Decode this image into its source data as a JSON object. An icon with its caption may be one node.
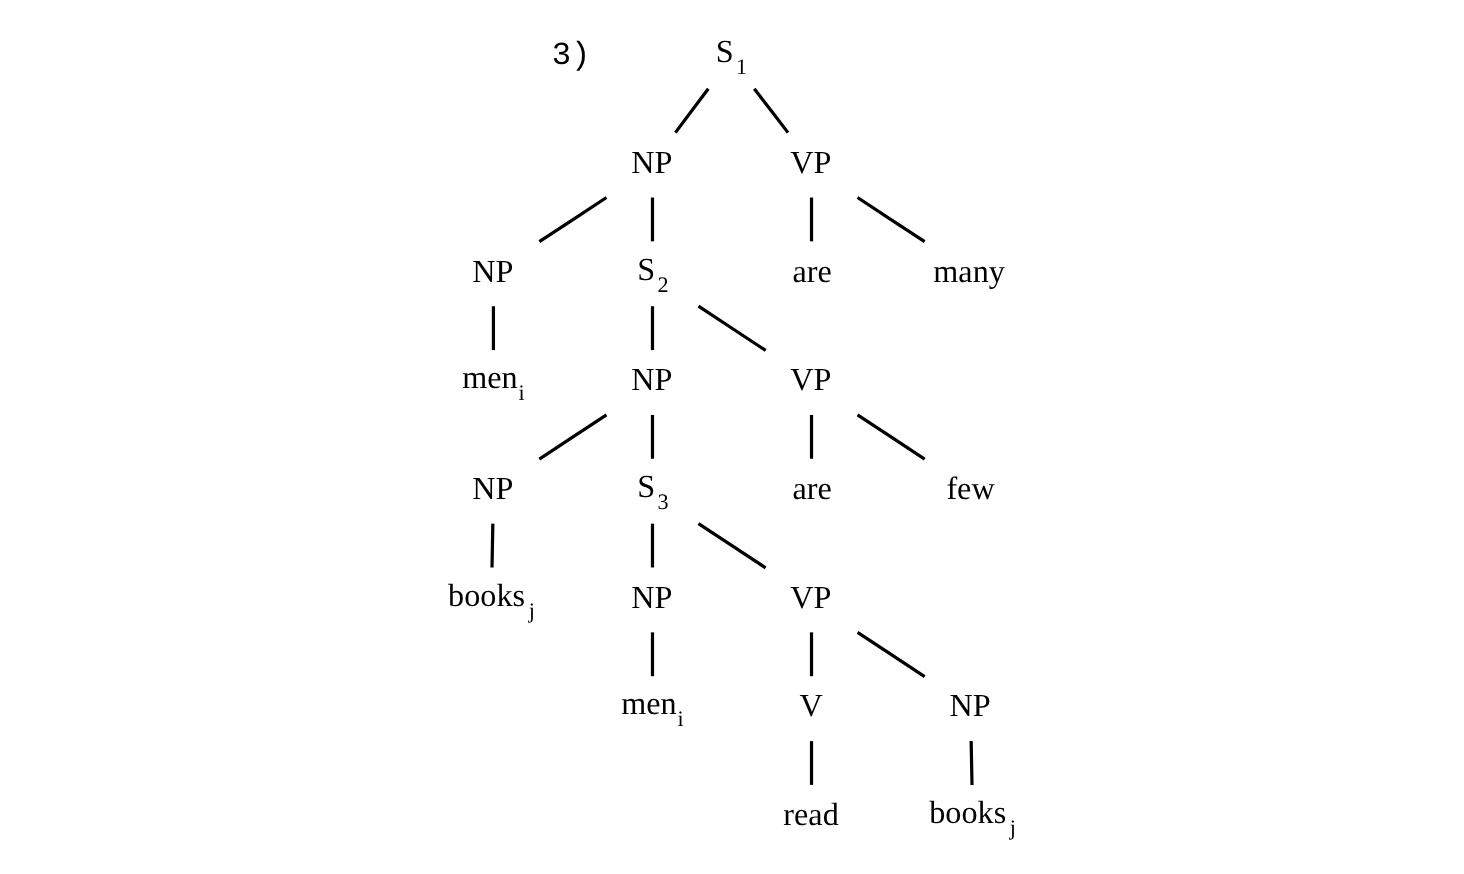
{
  "diagram": {
    "nodes": [
      {
        "text": [
          "S$_{1}$"
        ]
      },
      {
        "text": [
          "NP"
        ]
      },
      {
        "text": [
          "VP"
        ]
      },
      {
        "text": [
          "NP"
        ]
      },
      {
        "text": [
          "S$_{2}$"
        ]
      },
      {
        "text": [
          "are"
        ]
      },
      {
        "text": [
          "many"
        ]
      },
      {
        "text": [
          "men$_{i}$"
        ]
      },
      {
        "text": [
          "NP"
        ]
      },
      {
        "text": [
          "VP"
        ]
      },
      {
        "text": [
          "NP"
        ]
      },
      {
        "text": [
          "S$_{3}$"
        ]
      },
      {
        "text": [
          "are"
        ]
      },
      {
        "text": [
          "few"
        ]
      },
      {
        "text": [
          "books$_{j}$"
        ]
      },
      {
        "text": [
          "NP"
        ]
      },
      {
        "text": [
          "VP"
        ]
      },
      {
        "text": [
          "men$_{i}$"
        ]
      },
      {
        "text": [
          "V"
        ]
      },
      {
        "text": [
          "NP"
        ]
      },
      {
        "text": [
          "read"
        ]
      },
      {
        "text": [
          "books$_{j}$"
        ]
      }
    ],
    "edges": [
      {
        "from": 0,
        "to": 1,
        "arrow": "none"
      },
      {
        "from": 0,
        "to": 2,
        "arrow": "none"
      },
      {
        "from": 1,
        "to": 3,
        "arrow": "none"
      },
      {
        "from": 1,
        "to": 4,
        "arrow": "none"
      },
      {
        "from": 2,
        "to": 5,
        "arrow": "none"
      },
      {
        "from": 2,
        "to": 6,
        "arrow": "none"
      },
      {
        "from": 3,
        "to": 7,
        "arrow": "none"
      },
      {
        "from": 4,
        "to": 8,
        "arrow": "none"
      },
      {
        "from": 4,
        "to": 9,
        "arrow": "none"
      },
      {
        "from": 8,
        "to": 10,
        "arrow": "none"
      },
      {
        "from": 8,
        "to": 11,
        "arrow": "none"
      },
      {
        "from": 9,
        "to": 12,
        "arrow": "none"
      },
      {
        "from": 9,
        "to": 13,
        "arrow": "none"
      },
      {
        "from": 10,
        "to": 14,
        "arrow": "none"
      },
      {
        "from": 11,
        "to": 15,
        "arrow": "none"
      },
      {
        "from": 11,
        "to": 16,
        "arrow": "none"
      },
      {
        "from": 15,
        "to": 17,
        "arrow": "none"
      },
      {
        "from": 16,
        "to": 18,
        "arrow": "none"
      },
      {
        "from": 16,
        "to": 19,
        "arrow": "none"
      },
      {
        "from": 18,
        "to": 20,
        "arrow": "none"
      },
      {
        "from": 19,
        "to": 21,
        "arrow": "none"
      }
    ],
    "labels": [
      "3)"
    ]
  }
}
